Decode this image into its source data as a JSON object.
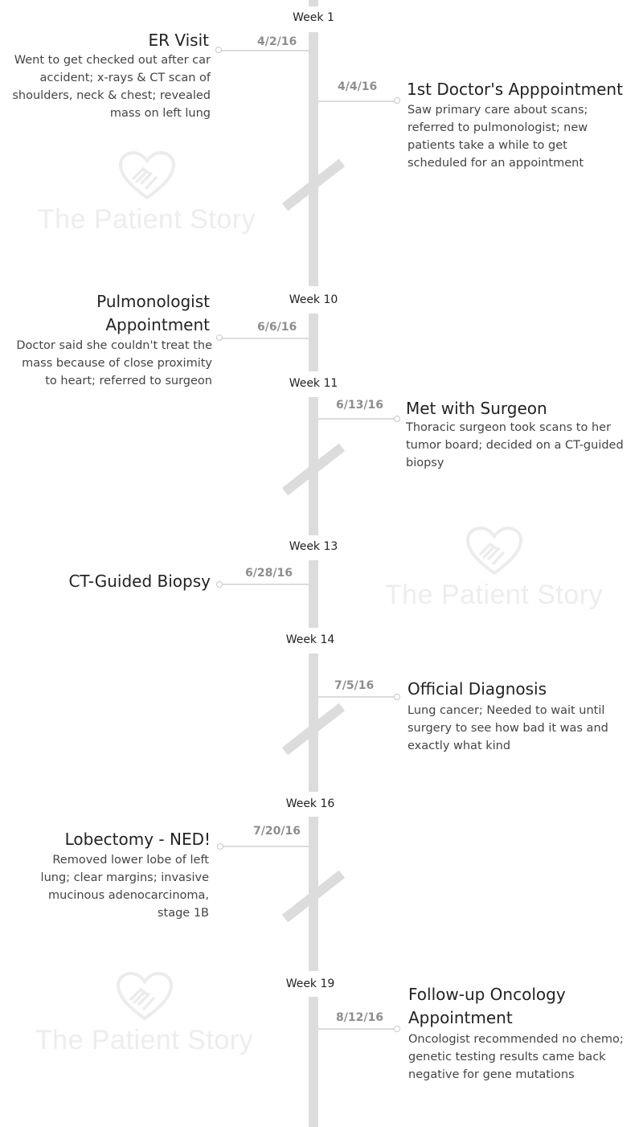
{
  "watermark": {
    "text": "The Patient Story",
    "icon": "heart-handshake-icon",
    "color": "#ededed"
  },
  "colors": {
    "spine": "#dcdcdc",
    "date": "#8e8e8e",
    "title": "#222222",
    "desc": "#444444"
  },
  "timeline": {
    "weeks": [
      "Week 1",
      "Week 10",
      "Week 11",
      "Week 13",
      "Week 14",
      "Week 16",
      "Week 19"
    ],
    "events": [
      {
        "date": "4/2/16",
        "title": "ER Visit",
        "description": "Went to get checked out after car accident; x-rays & CT scan of shoulders, neck & chest; revealed mass on left lung"
      },
      {
        "date": "4/4/16",
        "title": "1st Doctor's Apppointment",
        "description": "Saw primary care about scans; referred to pulmonologist; new patients take a while to get scheduled for an appointment"
      },
      {
        "date": "6/6/16",
        "title": "Pulmonologist Appointment",
        "description": "Doctor said she couldn't treat the mass because of close proximity to heart; referred to surgeon"
      },
      {
        "date": "6/13/16",
        "title": "Met with Surgeon",
        "description": "Thoracic surgeon took scans to her tumor board; decided on a CT-guided biopsy"
      },
      {
        "date": "6/28/16",
        "title": "CT-Guided Biopsy",
        "description": ""
      },
      {
        "date": "7/5/16",
        "title": "Official Diagnosis",
        "description": "Lung cancer; Needed to wait until surgery to see how bad it was and exactly what kind"
      },
      {
        "date": "7/20/16",
        "title": "Lobectomy - NED!",
        "description": "Removed lower lobe of left lung; clear margins; invasive mucinous adenocarcinoma, stage 1B"
      },
      {
        "date": "8/12/16",
        "title": "Follow-up Oncology Appointment",
        "description": "Oncologist recommended no chemo; genetic testing results came back negative for gene mutations"
      }
    ]
  }
}
